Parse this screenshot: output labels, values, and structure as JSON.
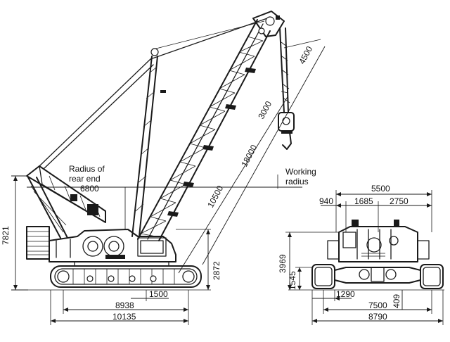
{
  "labels": {
    "radius_rear_line1": "Radius of",
    "radius_rear_line2": "rear end",
    "radius_rear_value": "6800",
    "working_radius_line1": "Working",
    "working_radius_line2": "radius"
  },
  "side_view": {
    "height_total": "7821",
    "boom_length": "10500",
    "jib_main": "18000",
    "jib_upper": "3000",
    "jib_tip": "4500",
    "ground_clearance": "2872",
    "rear_offset": "1500",
    "track_length": "8938",
    "overall_length": "10135"
  },
  "front_view": {
    "overall_top": "5500",
    "left_offset": "940",
    "center_left": "1685",
    "center_right": "2750",
    "height": "3969",
    "track_height": "1545",
    "track_width": "1290",
    "gauge": "7500",
    "shoe_offset": "409",
    "overall_width": "8790"
  }
}
